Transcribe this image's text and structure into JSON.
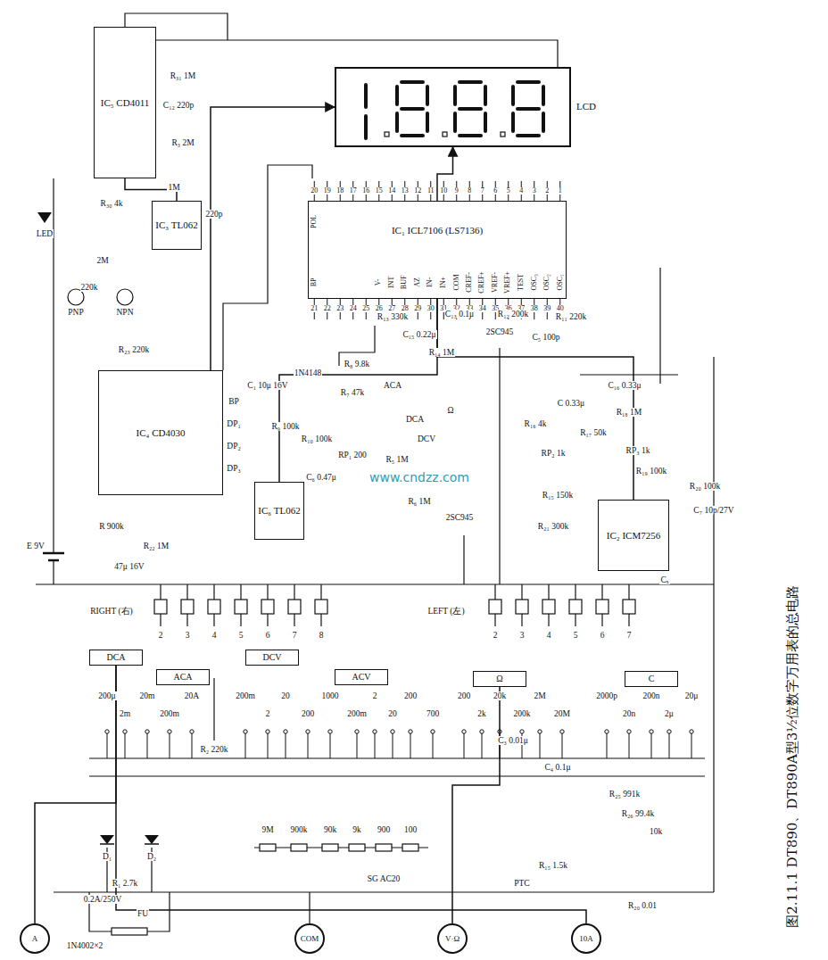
{
  "diagram": {
    "caption": "图2.11.1 DT890、DT890A型3½位数字万用表的总电路",
    "nodes": [
      {
        "text": [
          "LCD"
        ]
      },
      {
        "text": [
          "IC₁ ICL7106 (LS7136)"
        ]
      },
      {
        "text": [
          "IC₂ ICM7256"
        ]
      },
      {
        "text": [
          "IC₃ TL062"
        ]
      },
      {
        "text": [
          "IC₄ CD4030"
        ]
      },
      {
        "text": [
          "IC₅ CD4011"
        ]
      },
      {
        "text": [
          "IC₆ TL062"
        ]
      },
      {
        "text": [
          "DCA"
        ]
      },
      {
        "text": [
          "ACA"
        ]
      },
      {
        "text": [
          "DCV"
        ]
      },
      {
        "text": [
          "ACV"
        ]
      },
      {
        "text": [
          "Ω"
        ]
      },
      {
        "text": [
          "C"
        ]
      },
      {
        "text": [
          "A"
        ]
      },
      {
        "text": [
          "COM"
        ]
      },
      {
        "text": [
          "V·Ω"
        ]
      },
      {
        "text": [
          "10A"
        ]
      }
    ],
    "edges": [
      {
        "from": 1,
        "to": 0,
        "arrow": "to"
      },
      {
        "from": 4,
        "to": 0,
        "arrow": "to"
      },
      {
        "from": 3,
        "to": 5,
        "arrow": "none"
      },
      {
        "from": 6,
        "to": 1,
        "arrow": "none"
      },
      {
        "from": 2,
        "to": 1,
        "arrow": "none"
      },
      {
        "from": 13,
        "to": 7,
        "arrow": "none"
      },
      {
        "from": 15,
        "to": 11,
        "arrow": "none"
      },
      {
        "from": 16,
        "to": 7,
        "arrow": "none"
      }
    ],
    "labels": [
      "1",
      "2",
      "3",
      "4",
      "5",
      "6",
      "7",
      "8",
      "9",
      "10",
      "11",
      "12",
      "13",
      "14",
      "15",
      "16",
      "17",
      "18",
      "19",
      "20",
      "21",
      "22",
      "23",
      "24",
      "25",
      "26",
      "27",
      "28",
      "29",
      "30",
      "31",
      "32",
      "33",
      "34",
      "35",
      "36",
      "37",
      "38",
      "39",
      "40",
      "POL",
      "BP",
      "V-",
      "INT",
      "BUF",
      "AZ",
      "IN-",
      "IN+",
      "COM",
      "CREF-",
      "CREF+",
      "VREF-",
      "VREF+",
      "TEST",
      "OSC₃",
      "OSC₂",
      "OSC₁",
      "R₃₁ 1M",
      "C₁₂ 220p",
      "R₃ 2M",
      "1M",
      "220p",
      "R₃₀ 4k",
      "LED",
      "2M",
      "220k",
      "PNP",
      "NPN",
      "R₂₃ 220k",
      "BP",
      "DP₁",
      "DP₂",
      "DP₃",
      "R 900k",
      "R₂₂ 1M",
      "47μ 16V",
      "E 9V",
      "RIGHT (右)",
      "2",
      "3",
      "4",
      "5",
      "6",
      "7",
      "8",
      "LEFT (左)",
      "2",
      "3",
      "4",
      "5",
      "6",
      "7",
      "C₁ 10μ 16V",
      "1N4148",
      "R₉ 100k",
      "R₁₀ 100k",
      "R₈ 9.8k",
      "R₇ 47k",
      "RP₁ 200",
      "C₆ 0.47μ",
      "R₅ 1M",
      "R₆ 1M",
      "ACA",
      "DCA",
      "DCV",
      "Ω",
      "2SC945",
      "2SC945",
      "R₁₃ 330k",
      "C₁₅ 0.22μ",
      "C₁₃ 0.1μ",
      "R₁₄ 1M",
      "R₁₂ 200k",
      "C₅ 100p",
      "R₁₁ 220k",
      "C₁₆ 0.33μ",
      "C 0.33μ",
      "R₁₈ 1M",
      "R₁₇ 50k",
      "RP₂ 1k",
      "R₁₆ 4k",
      "RP₃ 1k",
      "R₁₉ 100k",
      "R₁₅ 150k",
      "R₂₁ 300k",
      "C₇ 10p/27V",
      "R₂₀ 100k",
      "Cₓ",
      "200μ",
      "2m",
      "20m",
      "200m",
      "20A",
      "200m",
      "2",
      "20",
      "200",
      "1000",
      "200m",
      "2",
      "20",
      "200",
      "700",
      "200",
      "2k",
      "20k",
      "200k",
      "2M",
      "20M",
      "2000p",
      "20n",
      "200n",
      "2μ",
      "20μ",
      "9M",
      "900k",
      "90k",
      "9k",
      "900",
      "100",
      "R₂ 220k",
      "R₁ 2.7k",
      "0.2A/250V",
      "FU",
      "D₁",
      "D₂",
      "1N4002×2",
      "SG AC20",
      "PTC",
      "R₁₅ 1.5k",
      "C₃ 0.01μ",
      "C₄ 0.1μ",
      "R₂₅ 991k",
      "R₂₆ 99.4k",
      "10k",
      "R₂₀ 0.01",
      "www.cndzz.com"
    ]
  }
}
